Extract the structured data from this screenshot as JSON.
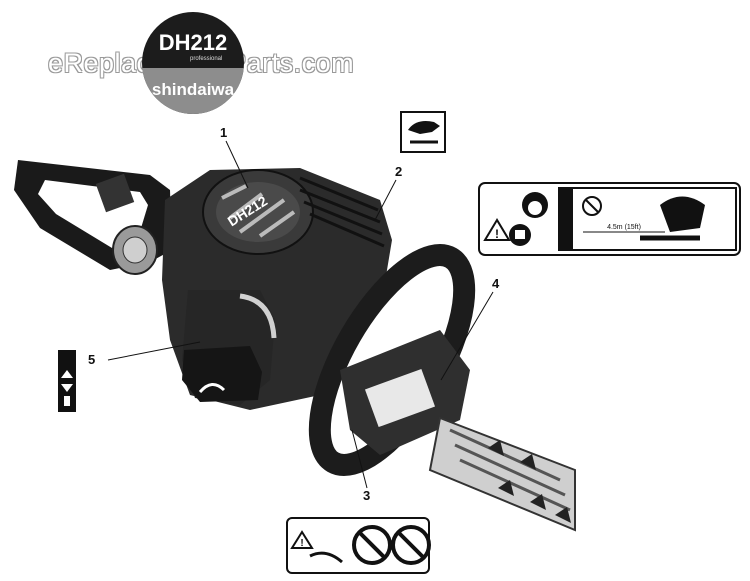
{
  "watermark": "eReplacementParts.com",
  "badge": {
    "model": "DH212",
    "tag": "professional",
    "brand": "shindaiwa"
  },
  "engine_label": "DH212",
  "callouts": [
    "1",
    "2",
    "3",
    "4",
    "5"
  ],
  "safety_label": {
    "distance": "4.5m (15ft)"
  },
  "colors": {
    "ink": "#111111",
    "body": "#2a2a2a",
    "grey": "#8d8d8d"
  }
}
